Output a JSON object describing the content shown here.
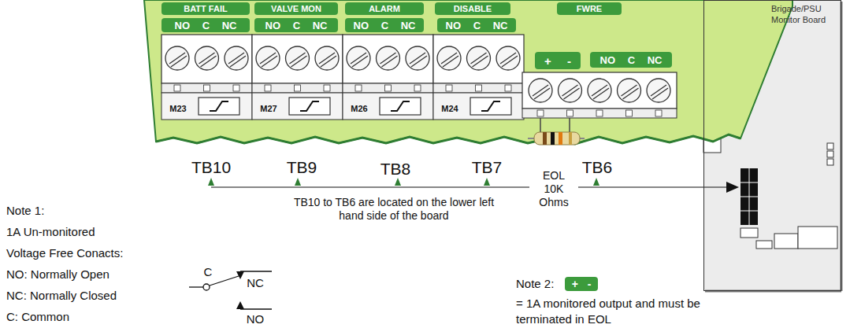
{
  "diagram": {
    "nodes": [
      {
        "text": [
          "BATT FAIL"
        ]
      },
      {
        "text": [
          "NO C NC"
        ]
      },
      {
        "text": [
          "VALVE MON"
        ]
      },
      {
        "text": [
          "NO C NC"
        ]
      },
      {
        "text": [
          "ALARM"
        ]
      },
      {
        "text": [
          "NO C NC"
        ]
      },
      {
        "text": [
          "DISABLE"
        ]
      },
      {
        "text": [
          "NO C NC"
        ]
      },
      {
        "text": [
          "FWRE"
        ]
      },
      {
        "text": [
          "+ -"
        ]
      },
      {
        "text": [
          "NO C NC"
        ]
      },
      {
        "text": [
          "+ -"
        ]
      },
      {
        "text": [
          "Brigade/PSU Monitor Board"
        ]
      }
    ],
    "labels": [
      "M23",
      "M27",
      "M26",
      "M24",
      "TB10",
      "TB9",
      "TB8",
      "TB7",
      "EOL 10K Ohms",
      "TB6",
      "TB10 to TB6 are located on the lower left hand side of the board",
      "Note 1:",
      "1A Un-monitored",
      "Voltage Free Conacts:",
      "NO: Normally Open",
      "NC: Normally Closed",
      "C: Common",
      "C",
      "NC",
      "NO",
      "Note 2:",
      "= 1A monitored output and must be terminated in EOL"
    ]
  }
}
